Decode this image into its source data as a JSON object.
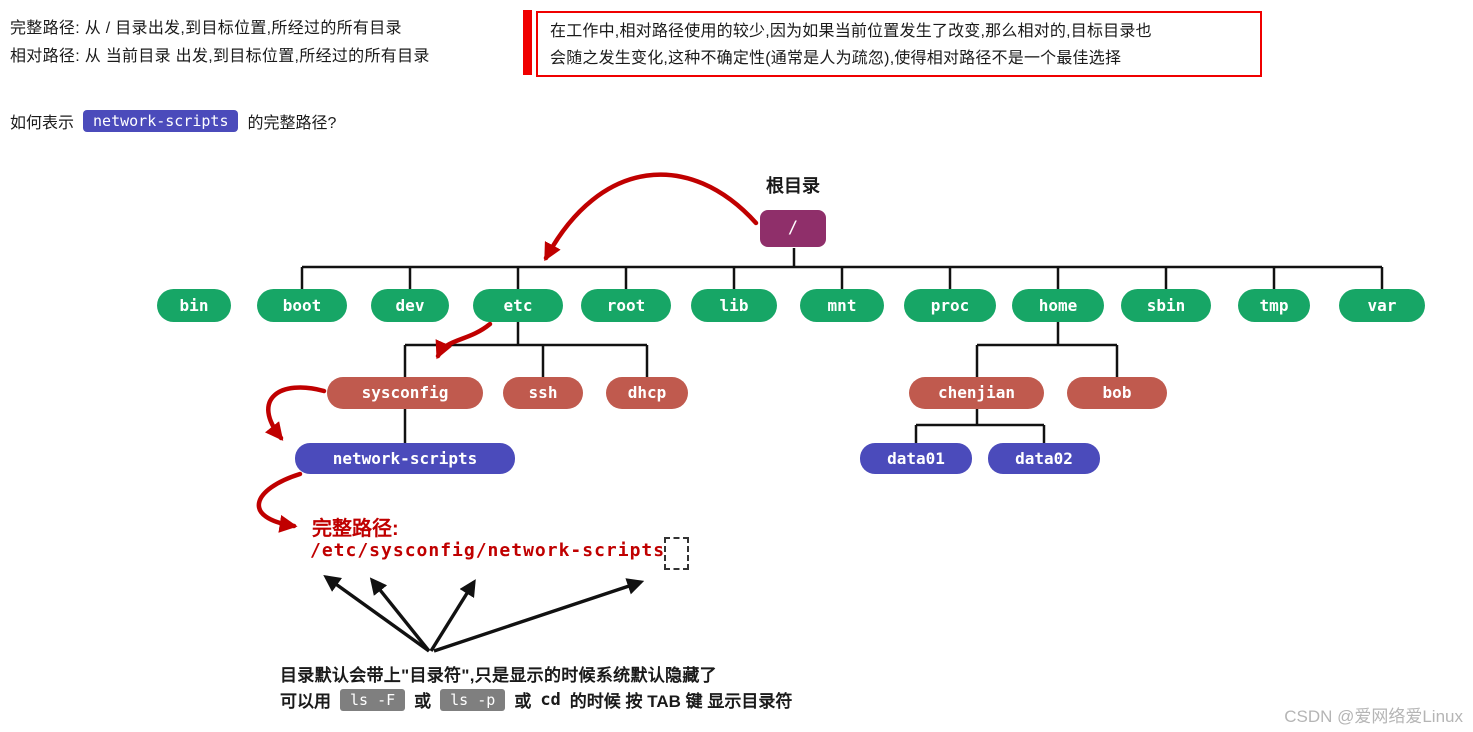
{
  "definitions": {
    "full_path": "完整路径: 从 / 目录出发,到目标位置,所经过的所有目录",
    "relative_path": "相对路径: 从 当前目录 出发,到目标位置,所经过的所有目录"
  },
  "note_box": {
    "line1": "在工作中,相对路径使用的较少,因为如果当前位置发生了改变,那么相对的,目标目录也",
    "line2": "会随之发生变化,这种不确定性(通常是人为疏忽),使得相对路径不是一个最佳选择"
  },
  "question": {
    "prefix": "如何表示",
    "badge": "network-scripts",
    "suffix": "的完整路径?"
  },
  "tree": {
    "root_label": "根目录",
    "root_name": "/",
    "level1": [
      "bin",
      "boot",
      "dev",
      "etc",
      "root",
      "lib",
      "mnt",
      "proc",
      "home",
      "sbin",
      "tmp",
      "var"
    ],
    "etc_children": [
      "sysconfig",
      "ssh",
      "dhcp"
    ],
    "sysconfig_child": "network-scripts",
    "home_children": [
      "chenjian",
      "bob"
    ],
    "chenjian_children": [
      "data01",
      "data02"
    ]
  },
  "result": {
    "label": "完整路径:",
    "path": "/etc/sysconfig/network-scripts"
  },
  "footnote": {
    "line1": "目录默认会带上\"目录符\",只是显示的时候系统默认隐藏了",
    "prefix": "可以用",
    "badge1": "ls -F",
    "or1": "或",
    "badge2": "ls -p",
    "or2": "或",
    "cmd": "cd",
    "suffix": "的时候 按 TAB 键 显示目录符"
  },
  "watermark": "CSDN @爱网络爱Linux",
  "colors": {
    "green": "#17A666",
    "rust": "#C05A4E",
    "indigo": "#4B4BBB",
    "purple": "#8F2F6A",
    "red": "#C00000",
    "red_bright": "#F00000",
    "gray": "#7F7F7F"
  }
}
